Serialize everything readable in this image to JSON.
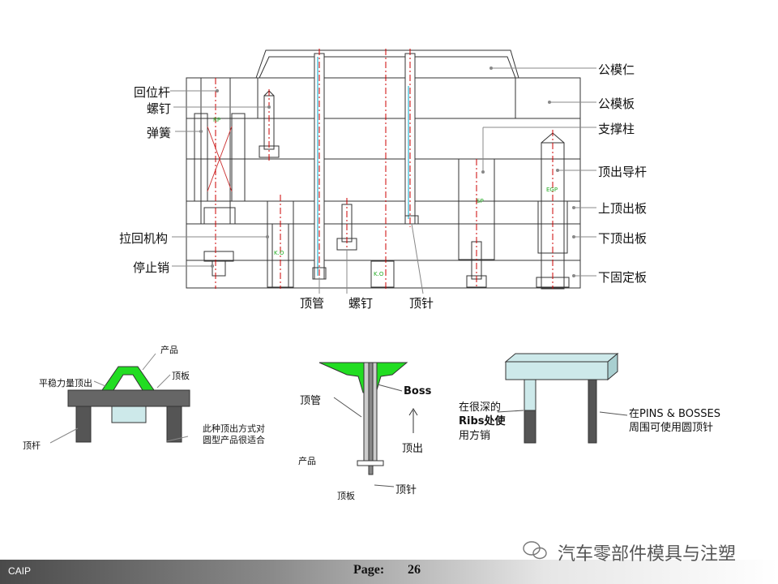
{
  "top_labels": {
    "core": "公模仁",
    "core_plate": "公模板",
    "support": "支撑柱",
    "ejector_guide": "顶出导杆",
    "upper_ejector_plate": "上顶出板",
    "lower_ejector_plate": "下顶出板",
    "bottom_clamp": "下固定板",
    "return_pin": "回位杆",
    "screw": "螺钉",
    "spring": "弹簧",
    "pullback": "拉回机构",
    "stop_pin": "停止销",
    "sleeve": "顶管",
    "screw2": "螺钉",
    "ejector_pin": "顶针",
    "tag_rp": "RP",
    "tag_sp": "SP",
    "tag_egp": "EGP",
    "tag_ko": "K.O",
    "tag_ko2": "K.O"
  },
  "left_diagram": {
    "product": "产品",
    "balanced": "平稳力量顶出",
    "top_plate": "顶板",
    "pin": "顶杆",
    "note_line1": "此种顶出方式对",
    "note_line2": "圆型产品很适合"
  },
  "mid_diagram": {
    "sleeve": "顶管",
    "boss": "Boss",
    "eject": "顶出",
    "product": "产品",
    "pin": "顶针",
    "plate": "顶板"
  },
  "right_diagram": {
    "ribs_line1": "在很深的",
    "ribs_line2": "Ribs处使",
    "ribs_line3": "用方销",
    "pins_line1": "在PINS & BOSSES",
    "pins_line2": "周围可使用圆顶针"
  },
  "footer": {
    "caip": "CAIP",
    "page_label": "Page:",
    "page_number": "26",
    "watermark": "汽车零部件模具与注塑"
  },
  "colors": {
    "green": "#22dd22",
    "cyan_pin": "#00aacc",
    "red_center": "#cc0000",
    "light_blue": "#cde9ea",
    "dark_gray": "#555555"
  }
}
